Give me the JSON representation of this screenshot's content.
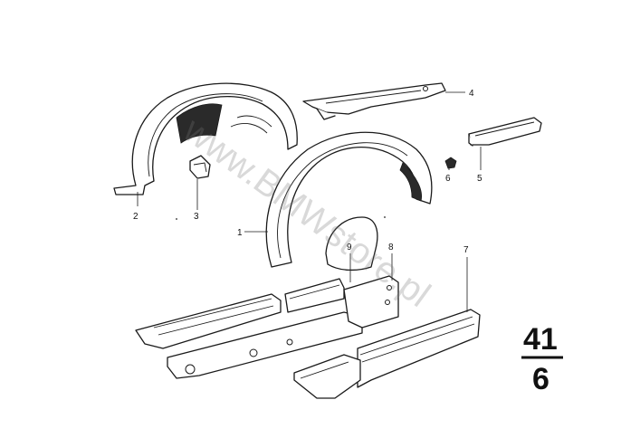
{
  "callouts": {
    "c1": "1",
    "c2": "2",
    "c3": "3",
    "c4": "4",
    "c5": "5",
    "c6": "6",
    "c7": "7",
    "c8": "8",
    "c9": "9"
  },
  "group": {
    "top": "41",
    "bottom": "6"
  },
  "watermark": "www.BMWstore.pl"
}
